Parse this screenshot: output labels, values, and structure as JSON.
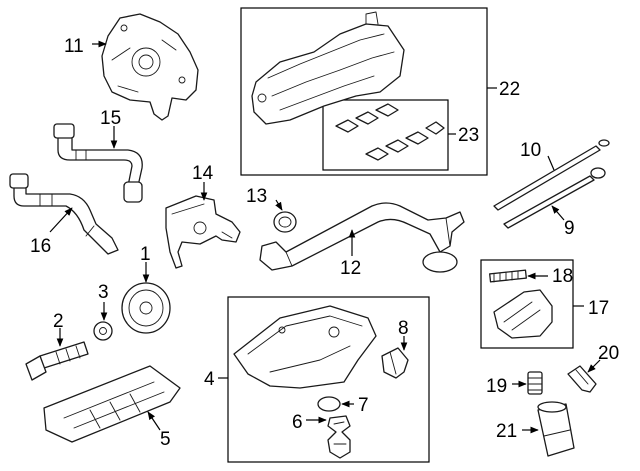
{
  "diagram": {
    "callouts": {
      "c1": "1",
      "c2": "2",
      "c3": "3",
      "c4": "4",
      "c5": "5",
      "c6": "6",
      "c7": "7",
      "c8": "8",
      "c9": "9",
      "c10": "10",
      "c11": "11",
      "c12": "12",
      "c13": "13",
      "c14": "14",
      "c15": "15",
      "c16": "16",
      "c17": "17",
      "c18": "18",
      "c19": "19",
      "c20": "20",
      "c21": "21",
      "c22": "22",
      "c23": "23"
    },
    "colors": {
      "line": "#1a1a1a",
      "background": "#ffffff"
    }
  }
}
